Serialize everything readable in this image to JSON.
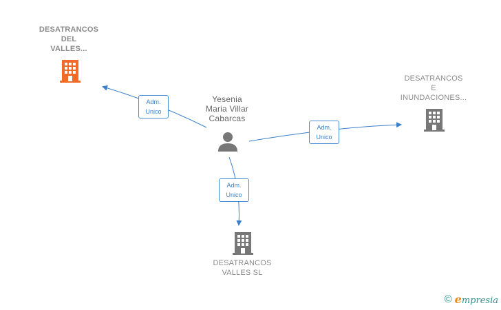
{
  "colors": {
    "edge": "#3a7fc8",
    "building_highlight": "#f06a2a",
    "building_default": "#777777",
    "person": "#777777"
  },
  "nodes": {
    "company_top_left": {
      "lines": [
        "DESATRANCOS",
        "DEL",
        "VALLES..."
      ],
      "icon": "building-icon"
    },
    "company_right": {
      "lines": [
        "DESATRANCOS",
        "E",
        "INUNDACIONES..."
      ],
      "icon": "building-icon"
    },
    "company_bottom": {
      "lines": [
        "DESATRANCOS",
        "VALLES  SL"
      ],
      "icon": "building-icon"
    },
    "person": {
      "lines": [
        "Yesenia",
        "Maria Villar",
        "Cabarcas"
      ],
      "icon": "person-icon"
    }
  },
  "edges": [
    {
      "id": "edge-top-left",
      "lines": [
        "Adm.",
        "Unico"
      ]
    },
    {
      "id": "edge-right",
      "lines": [
        "Adm.",
        "Unico"
      ]
    },
    {
      "id": "edge-bottom",
      "lines": [
        "Adm.",
        "Unico"
      ]
    }
  ],
  "footer": {
    "copyright": "©",
    "brand_first": "e",
    "brand_rest": "mpresia"
  }
}
